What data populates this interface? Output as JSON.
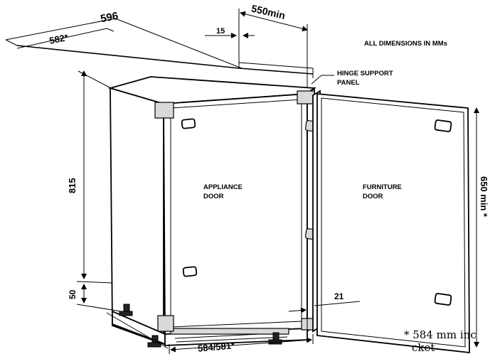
{
  "dimensions": {
    "width_total": "596",
    "width_inner": "582*",
    "depth_min": "550min",
    "hinge_gap": "15",
    "height": "815",
    "plinth": "50",
    "side_gap": "21",
    "bottom_width": "584/581*",
    "door_height": "650 min *"
  },
  "labels": {
    "all_dimensions": "ALL DIMENSIONS IN MMs",
    "hinge_support_line1": "HINGE SUPPORT",
    "hinge_support_line2": "PANEL",
    "appliance_door_line1": "APPLIANCE",
    "appliance_door_line2": "DOOR",
    "furniture_door_line1": "FURNITURE",
    "furniture_door_line2": "DOOR"
  },
  "footnote": {
    "line1": "* 584 mm inc",
    "line2": "cket"
  }
}
